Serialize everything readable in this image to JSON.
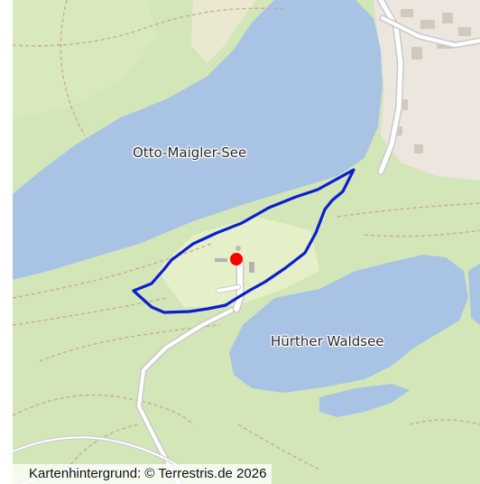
{
  "map": {
    "labels": {
      "lake_1": "Otto-Maigler-See",
      "lake_2": "Hürther Waldsee"
    },
    "attribution": "Kartenhintergrund: © Terrestris.de 2026",
    "colors": {
      "forest": "#d3e6b8",
      "meadow": "#e6f0c8",
      "water": "#a9c3e5",
      "road": "#ffffff",
      "road_casing": "#c9c9c9",
      "path": "#c9a994",
      "urban": "#ece6de",
      "building": "#d2c9be",
      "boundary": "#0b1fd0",
      "marker": "#ff0000"
    },
    "icons": {
      "location_marker": "red-dot-marker"
    }
  }
}
